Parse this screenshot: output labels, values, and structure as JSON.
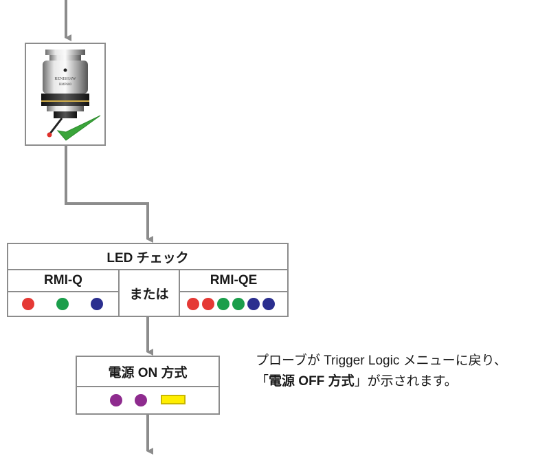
{
  "led_check": {
    "title": "LED チェック",
    "left_label": "RMI-Q",
    "middle_label": "または",
    "right_label": "RMI-QE",
    "left_dot_colors": [
      "#e53935",
      "#1b9e4b",
      "#2b2f8f"
    ],
    "right_dot_colors": [
      "#e53935",
      "#e53935",
      "#1b9e4b",
      "#1b9e4b",
      "#2b2f8f",
      "#2b2f8f"
    ]
  },
  "power_on": {
    "title": "電源 ON 方式",
    "dot_colors": [
      "#8e2b8e",
      "#8e2b8e"
    ],
    "indicator_color": "#ffee00"
  },
  "note": {
    "line1": "プローブが Trigger Logic メニューに戻り、",
    "line2_open": "「",
    "line2_bold": "電源 OFF 方式",
    "line2_rest": "」が示されます。"
  },
  "probe": {
    "brand_text": "RENISHAW",
    "model_text": "RMP600"
  },
  "colors": {
    "border": "#8c8c8c",
    "arrow": "#8c8c8c",
    "check": "#3aa53a"
  }
}
